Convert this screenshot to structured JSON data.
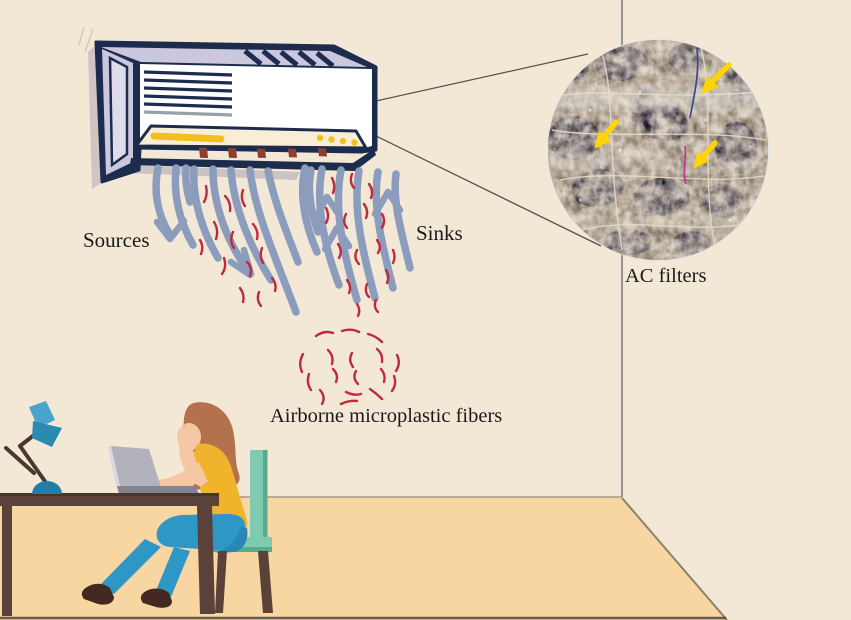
{
  "figure_type": "scientific illustration: indoor airborne microplastic fibers and air-conditioner filters",
  "labels": {
    "sources": "Sources",
    "sinks": "Sinks",
    "airborne_fibers": "Airborne microplastic fibers",
    "ac_filters": "AC filters"
  },
  "colors": {
    "wall": "#f3e8d6",
    "floor": "#f7d6a2",
    "corner_line": "#8c8c8c",
    "ac_outline": "#1d2b4d",
    "ac_panel": "#cbc7de",
    "ac_body": "#ffffff",
    "ac_strip": "#f8eed6",
    "ac_accent_yellow": "#f2c01d",
    "ac_feet": "#8a4031",
    "airflow_stream": "#8b9cbd",
    "microplastic_fiber": "#c0293e",
    "filter_arrow": "#ffd400",
    "text": "#1a1a1a",
    "desk": "#5a423a",
    "chair": "#7fcbb1",
    "shirt": "#f0b32c",
    "jeans": "#2f97c5",
    "hair": "#b4714d",
    "skin": "#f5c7a4",
    "lamp_shade": "#2a8ab0"
  }
}
